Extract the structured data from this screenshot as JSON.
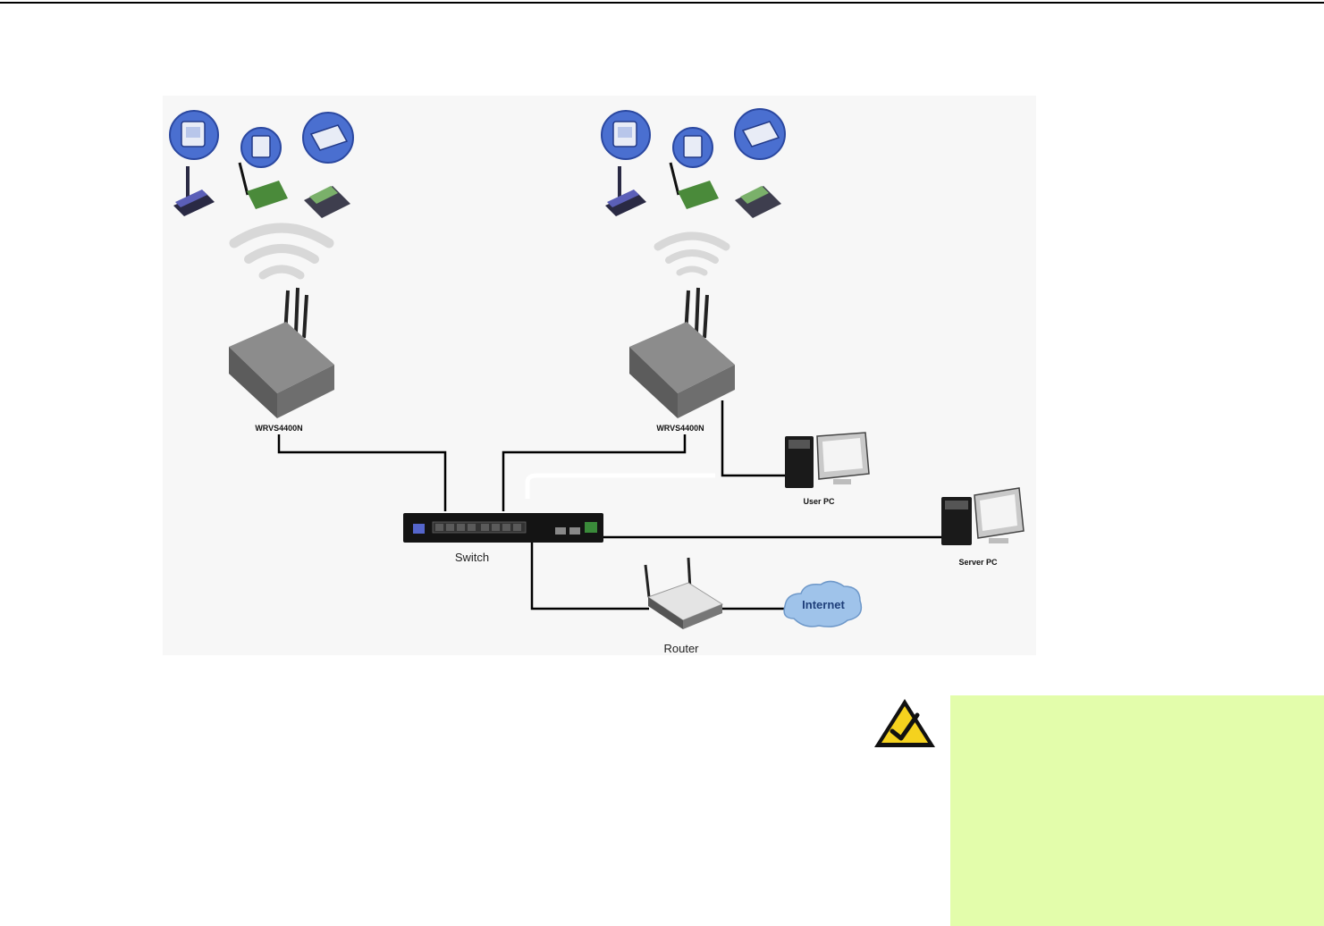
{
  "diagram": {
    "access_points": [
      {
        "label": "WRVS4400N"
      },
      {
        "label": "WRVS4400N"
      }
    ],
    "switch_label": "Switch",
    "router_label": "Router",
    "internet_label": "Internet",
    "user_pc_label": "User PC",
    "server_pc_label": "Server PC"
  },
  "note": {
    "icon": "checkmark-warning-icon",
    "panel_color": "#e3fdab",
    "text": ""
  }
}
